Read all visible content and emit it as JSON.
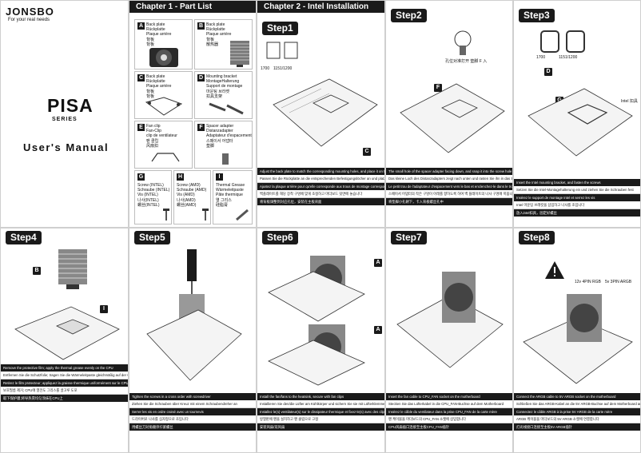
{
  "cover": {
    "logo": "JONSBO",
    "tagline": "For your real needs",
    "product": "PISA",
    "series": "SERIES",
    "manual": "User's Manual"
  },
  "chapters": {
    "parts": "Chapter 1 - Part List",
    "install": "Chapter 2 - Intel Installation"
  },
  "parts": [
    {
      "letter": "A",
      "text": "Back plate\nRückplatte\nPlaque arrière\n背板\n背板"
    },
    {
      "letter": "B",
      "text": "Back plate\nRückplatte\nPlaque arrière\n背板\n散热器"
    },
    {
      "letter": "C",
      "text": "Back plate\nRückplatte\nPlaque arrière\n背板\n背板"
    },
    {
      "letter": "D",
      "text": "Mounting bracket\nMontageHalterung\nSupport de montage\n마운팅 브라켓\n扣具支架"
    },
    {
      "letter": "E",
      "text": "Fan clip\nFan-Clip\nclip de ventilateur\n팬 클립\n风扇扣"
    },
    {
      "letter": "F",
      "text": "Spacer adapter\nDistanzadapter\nAdaptateur d'espacement\n스페이서 어댑터\n垫脚"
    },
    {
      "letter": "G",
      "text": "Screw (INTEL)\nSchraube (INTEL)\nVis (INTEL)\n나사(INTEL)\n螺丝(INTEL)"
    },
    {
      "letter": "H",
      "text": "Screw (AMD)\nSchraube (AMD)\nVis (AMD)\n나사(AMD)\n螺丝(AMD)"
    },
    {
      "letter": "I",
      "text": "Thermal Grease\nWärmeleitpaste\nPâte thermique\n열 그리스\n硅脂膏"
    }
  ],
  "steps": {
    "s1": {
      "label": "Step1",
      "nums": [
        "1700",
        "1151/1200"
      ],
      "text": [
        "Adjust the back plate to match the corresponding mounting holes, and place it on the back of the motherboard",
        "Passen Sie die Rückplatte an die entsprechenden Befestigungslöcher an und platzieren Sie sie auf der Rückseite des Motherboards",
        "Ajustez la plaque arrière pour qu'elle corresponde aux trous de montage correspondants et placez-la à l'arrière de la carte mère",
        "백플레이트를 해당 장착 구멍에 맞게 조정하고 마더보드 뒷면에 놓습니다",
        "将背板调整到对应孔位，安装在主板背面"
      ]
    },
    "s2": {
      "label": "Step2",
      "nums": [
        "孔位对准打开 垫脚 F 入"
      ],
      "text": [
        "The small hole of the spacer adapter facing down, and snap it into the screw hole of the back plate",
        "Das kleine Loch des Distanzadapters zeigt nach unten und rasten Sie ihn in das Schraubenloch der Rückplatte ein",
        "Le petit trou de l'adaptateur d'espacement vers le bas et enclenchez-le dans le trou de vis de la plaque arrière",
        "스페이서 어댑터의 작은 구멍이 아래를 향하도록 하여 백 플레이트의 나사 구멍에 끼웁니다",
        "将垫脚小孔朝下，卡入背板螺丝孔中"
      ]
    },
    "s3": {
      "label": "Step3",
      "nums": [
        "1700",
        "1151/1200"
      ],
      "intel": "Intel 扣具",
      "text": [
        "Insert the Intel mounting bracket, and fasten the screws",
        "Setzen Sie die Intel-Montagehalterung ein und ziehen Sie die Schrauben fest",
        "Insérez le support de montage Intel et serrez les vis",
        "Intel 마운팅 브래킷을 삽입하고 나사를 조입니다",
        "放入intel扣具，固定好螺丝"
      ]
    },
    "s4": {
      "label": "Step4",
      "text": [
        "Remove the protective film; apply the thermal grease evenly on the CPU",
        "Entfernen Sie die Schutzfolie; tragen Sie die Wärmeleitpaste gleichmäßig auf der CPU auf",
        "Retirez le film protecteur; appliquez la graisse thermique uniformément sur le CPU",
        "보호필름 제거; CPU에 열전도 그리스를 골고루 도포",
        "取下保护膜;将导热膏均匀涂抹在CPU上"
      ]
    },
    "s5": {
      "label": "Step5",
      "text": [
        "Tighten the screws in a cross order with screwdriver",
        "Ziehen Sie die Schrauben über Kreuz mit einem Schraubendreher an",
        "Serrer les vis en ordre croisé avec un tournevis",
        "드라이버로 나사를 십자형으로 조입니다",
        "用螺丝刀对角顺序拧紧螺丝"
      ]
    },
    "s6": {
      "label": "Step6",
      "text": [
        "Install the fan/fans to the heatsink, secure with fan clips",
        "Installieren Sie den/die Lüfter am Kühlkörper und sichern Sie sie mit Lüfterklemmen",
        "Installez le(s) ventilateur(s) sur le dissipateur thermique et fixez-le(s) avec des clips de ventilateur",
        "방열판에 팬을 설치하고 팬 클립으로 고정",
        "安装风扇/双风扇"
      ]
    },
    "s7": {
      "label": "Step7",
      "text": [
        "Insert the fan cable to CPU_FAN socket on the motherboard",
        "Stecken Sie das Lüfterkabel in die CPU_FAN-Buchse auf dem Motherboard",
        "Insérez le câble du ventilateur dans la prise CPU_FAN de la carte mère",
        "팬 케이블을 마더보드의 CPU_FAN 소켓에 삽입합니다",
        "CPU风扇插口连接至主板CPU_FAN插针"
      ]
    },
    "s8": {
      "label": "Step8",
      "nums": [
        "12v 4PIN RGB",
        "5v 3PIN ARGB"
      ],
      "text": [
        "Connect the ARGB cable to 5V ARGB socket on the motherboard",
        "Schließen Sie das ARGB-Kabel an die 5V ARGB-Buchse auf dem Motherboard an",
        "Connectez le câble ARGB à la prise 5V ARGB de la carte mère",
        "ARGB 케이블을 마더보드의 5V ARGB 소켓에 연결합니다",
        "灯光线接口连接至主板5V ARGB插针"
      ]
    }
  }
}
